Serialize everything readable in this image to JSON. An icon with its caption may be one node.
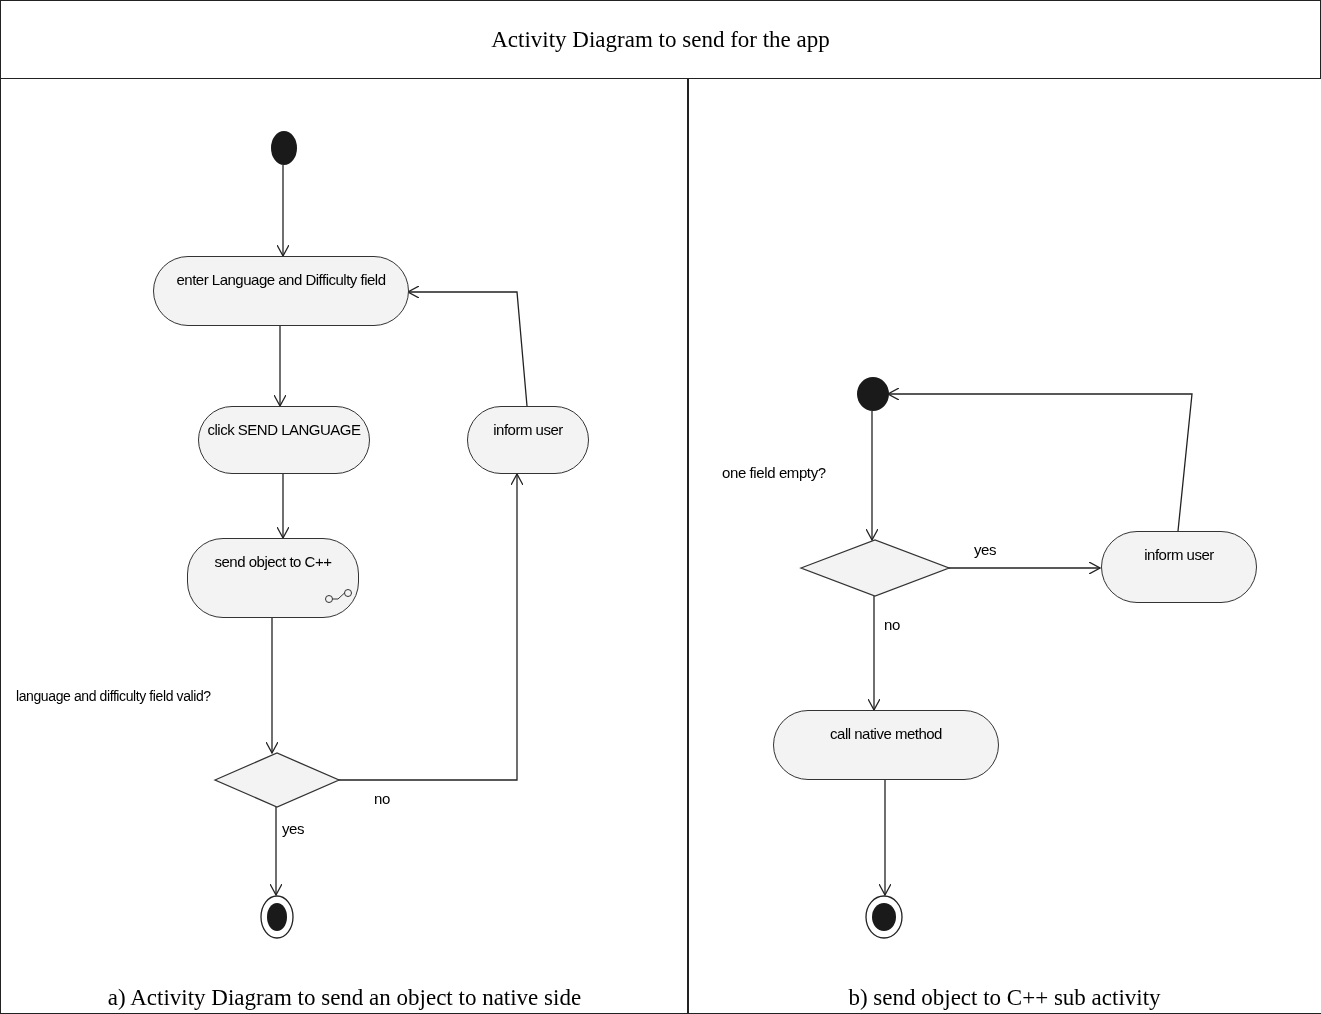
{
  "diagram": {
    "title": "Activity Diagram to send for the app",
    "nodes": [
      {
        "text": [
          "a)  Activity Diagram to send an object to native side"
        ]
      },
      {
        "text": [
          "b)  send object to C++ sub activity"
        ]
      },
      {
        "text": [],
        "shape": "circle",
        "in": 0
      },
      {
        "text": [
          "enter Language and Difficulty field"
        ],
        "in": 0
      },
      {
        "text": [
          "click SEND LANGUAGE"
        ],
        "in": 0
      },
      {
        "text": [
          "send object to C++"
        ],
        "in": 0
      },
      {
        "text": [
          "inform user"
        ],
        "in": 0
      },
      {
        "text": [],
        "shape": "diamond",
        "in": 0
      },
      {
        "text": [],
        "shape": "circle",
        "in": 0
      },
      {
        "text": [],
        "shape": "circle",
        "in": 1
      },
      {
        "text": [],
        "shape": "diamond",
        "in": 1
      },
      {
        "text": [
          "inform user"
        ],
        "in": 1
      },
      {
        "text": [
          "call native method"
        ],
        "in": 1
      },
      {
        "text": [],
        "shape": "circle",
        "in": 1
      }
    ],
    "edges": [
      {
        "from": 2,
        "to": 3,
        "arrow": "to"
      },
      {
        "from": 3,
        "to": 4,
        "arrow": "to"
      },
      {
        "from": 4,
        "to": 5,
        "arrow": "to"
      },
      {
        "from": 5,
        "to": 7,
        "arrow": "to",
        "label": "language and difficulty field valid?"
      },
      {
        "from": 7,
        "to": 8,
        "arrow": "to",
        "label": "yes"
      },
      {
        "from": 7,
        "to": 6,
        "arrow": "to",
        "label": "no"
      },
      {
        "from": 6,
        "to": 3,
        "arrow": "to"
      },
      {
        "from": 9,
        "to": 10,
        "arrow": "to",
        "label": "one field empty?"
      },
      {
        "from": 10,
        "to": 11,
        "arrow": "to",
        "label": "yes"
      },
      {
        "from": 10,
        "to": 12,
        "arrow": "to",
        "label": "no"
      },
      {
        "from": 11,
        "to": 9,
        "arrow": "to"
      },
      {
        "from": 12,
        "to": 13,
        "arrow": "to"
      }
    ]
  }
}
